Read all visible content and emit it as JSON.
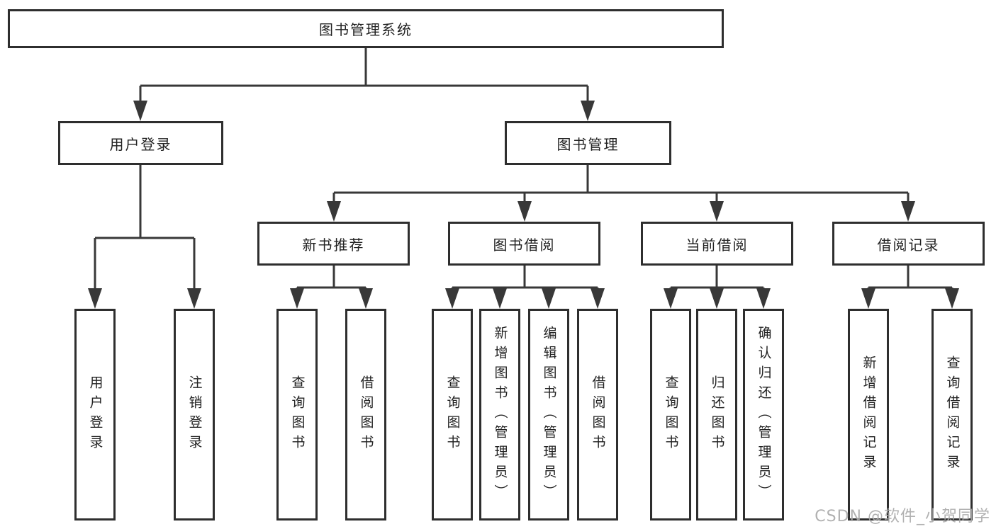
{
  "diagram": {
    "title": "图书管理系统",
    "nodes": {
      "root": "图书管理系统",
      "user_login": "用户登录",
      "book_mgmt": "图书管理",
      "new_book_rec": "新书推荐",
      "book_borrow": "图书借阅",
      "current_borrow": "当前借阅",
      "borrow_records": "借阅记录",
      "leaf_user_login": "用户登录",
      "leaf_logout": "注销登录",
      "leaf_nbr_query": "查询图书",
      "leaf_nbr_borrow": "借阅图书",
      "leaf_bb_query": "查询图书",
      "leaf_bb_add": "新增图书（管理员）",
      "leaf_bb_edit": "编辑图书（管理员）",
      "leaf_bb_borrow": "借阅图书",
      "leaf_cb_query": "查询图书",
      "leaf_cb_return": "归还图书",
      "leaf_cb_confirm": "确认归还（管理员）",
      "leaf_br_add": "新增借阅记录",
      "leaf_br_query": "查询借阅记录"
    }
  },
  "watermark": {
    "text": "CSDN @软件_小贺同学"
  },
  "colors": {
    "line": "#383838",
    "box_border": "#2e2e2e",
    "text": "#222222",
    "watermark": "#a8a8a8",
    "background": "#ffffff"
  }
}
